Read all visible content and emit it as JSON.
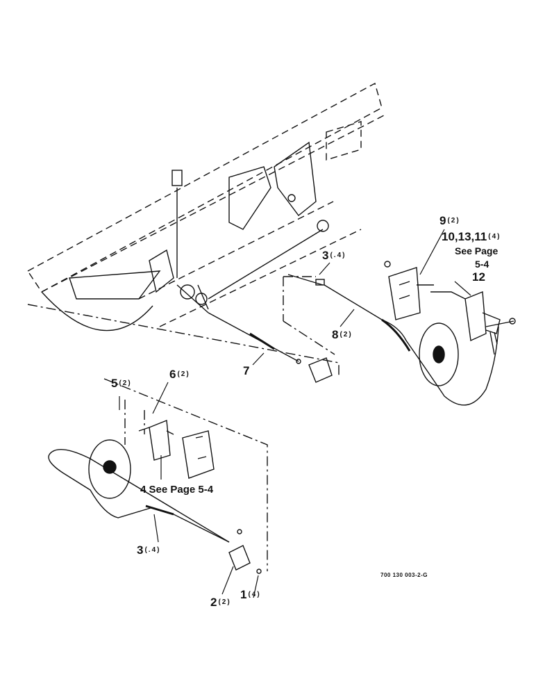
{
  "callouts": {
    "c9": {
      "num": "9",
      "qty": "(2)"
    },
    "c10": {
      "num": "10,13,11",
      "qty": "(4)"
    },
    "see_page_top": "See Page",
    "page_ref_top": "5-4",
    "c12": {
      "num": "12"
    },
    "c3_top": {
      "num": "3",
      "qty": "(.4)"
    },
    "c8": {
      "num": "8",
      "qty": "(2)"
    },
    "c7": {
      "num": "7"
    },
    "c5": {
      "num": "5",
      "qty": "(2)"
    },
    "c6": {
      "num": "6",
      "qty": "(2)"
    },
    "c4": {
      "text": "4 See Page 5-4"
    },
    "c3_bottom": {
      "num": "3",
      "qty": "(.4)"
    },
    "c2": {
      "num": "2",
      "qty": "(2)"
    },
    "c1": {
      "num": "1",
      "qty": "(4)"
    }
  },
  "drawing_code": "700 130 003-2-G"
}
